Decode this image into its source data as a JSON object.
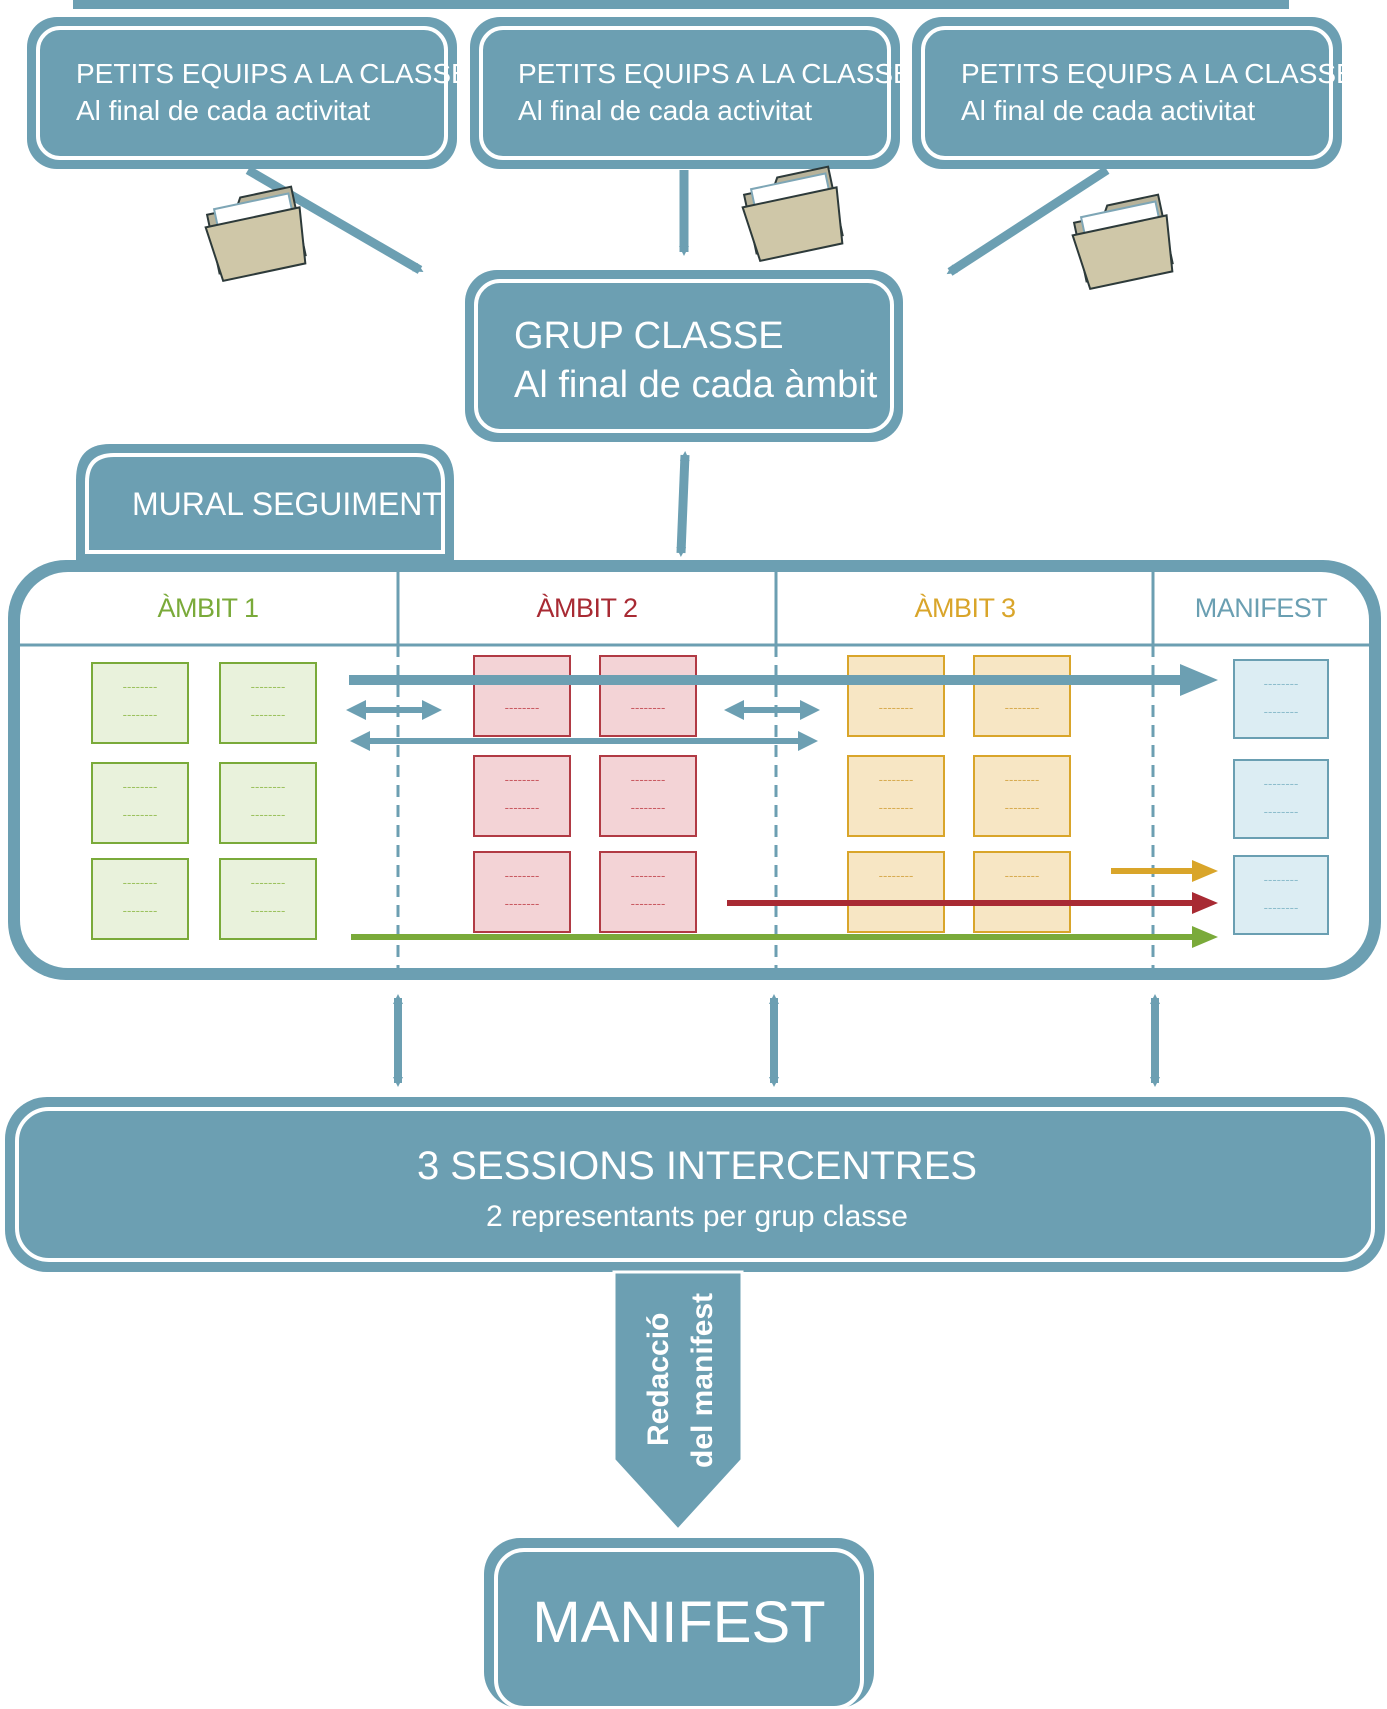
{
  "top_boxes": [
    {
      "title": "PETITS EQUIPS A LA CLASSE",
      "subtitle": "Al final de cada activitat"
    },
    {
      "title": "PETITS EQUIPS A LA CLASSE",
      "subtitle": "Al final de cada activitat"
    },
    {
      "title": "PETITS EQUIPS A LA CLASSE",
      "subtitle": "Al final de cada activitat"
    }
  ],
  "grup_classe": {
    "title": "GRUP CLASSE",
    "subtitle": "Al final de cada àmbit"
  },
  "mural": {
    "label": "MURAL SEGUIMENT"
  },
  "columns": [
    {
      "label": "ÀMBIT 1",
      "color": "#7aaa3a",
      "fill": "#e9f2dc",
      "stroke": "#7aaa3a",
      "note_color": "#9cc25f"
    },
    {
      "label": "ÀMBIT 2",
      "color": "#a82a33",
      "fill": "#f3d3d6",
      "stroke": "#b13a44",
      "note_color": "#c95a62"
    },
    {
      "label": "ÀMBIT 3",
      "color": "#d9a52a",
      "fill": "#f7e6c4",
      "stroke": "#d9a52a",
      "note_color": "#d8ac52"
    },
    {
      "label": "MANIFEST",
      "color": "#6a9fb2",
      "fill": "#dcedf3",
      "stroke": "#6a9fb2",
      "note_color": "#8dbdcc"
    }
  ],
  "note_placeholder": "--------",
  "sessions": {
    "title": "3 SESSIONS INTERCENTRES",
    "subtitle": "2 representants per grup classe"
  },
  "redaccio": {
    "line1": "Redacció",
    "line2": "del manifest"
  },
  "manifest": {
    "label": "MANIFEST"
  },
  "colors": {
    "box": "#6c9fb2",
    "arrow": "#6c9fb2",
    "green_arrow": "#7aaa3a",
    "red_arrow": "#a82a33",
    "yellow_arrow": "#d9a52a"
  }
}
